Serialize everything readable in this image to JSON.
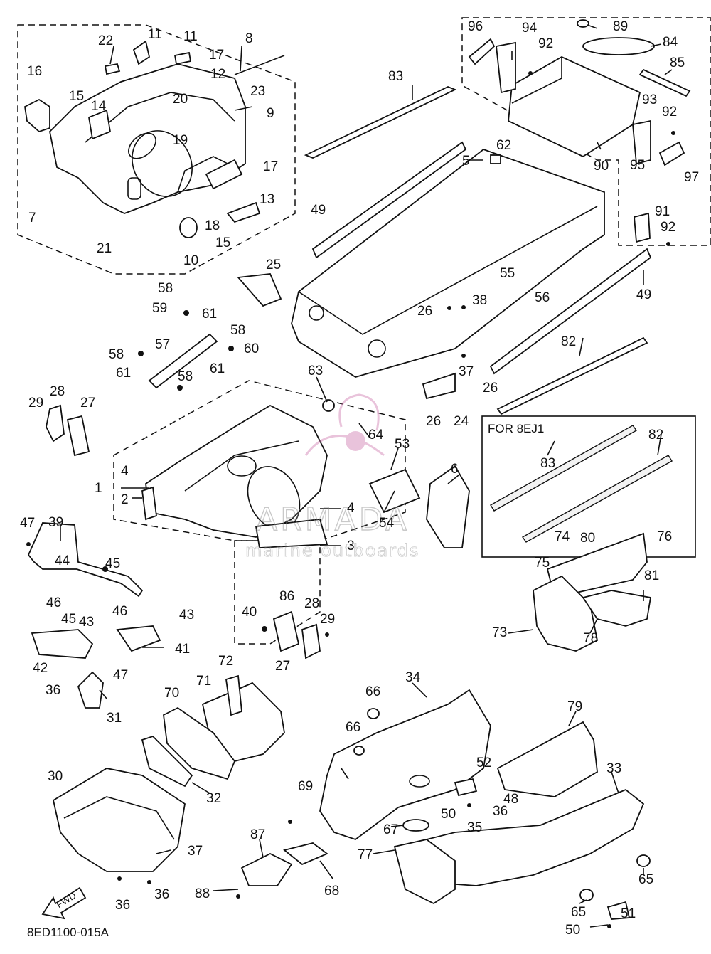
{
  "diagram": {
    "code": "8ED1100-015A",
    "variant_label": "FOR 8EJ1",
    "fwd_label": "FWD",
    "watermark": {
      "brand": "ARMADA",
      "tagline": "marine outboards"
    },
    "callouts": [
      {
        "id": "c1",
        "text": "1"
      },
      {
        "id": "c2",
        "text": "2"
      },
      {
        "id": "c3",
        "text": "3"
      },
      {
        "id": "c4a",
        "text": "4"
      },
      {
        "id": "c4b",
        "text": "4"
      },
      {
        "id": "c5",
        "text": "5"
      },
      {
        "id": "c6",
        "text": "6"
      },
      {
        "id": "c7",
        "text": "7"
      },
      {
        "id": "c8",
        "text": "8"
      },
      {
        "id": "c9",
        "text": "9"
      },
      {
        "id": "c10",
        "text": "10"
      },
      {
        "id": "c11a",
        "text": "11"
      },
      {
        "id": "c11b",
        "text": "11"
      },
      {
        "id": "c12",
        "text": "12"
      },
      {
        "id": "c13",
        "text": "13"
      },
      {
        "id": "c14",
        "text": "14"
      },
      {
        "id": "c15a",
        "text": "15"
      },
      {
        "id": "c15b",
        "text": "15"
      },
      {
        "id": "c16",
        "text": "16"
      },
      {
        "id": "c17a",
        "text": "17"
      },
      {
        "id": "c17b",
        "text": "17"
      },
      {
        "id": "c18",
        "text": "18"
      },
      {
        "id": "c19",
        "text": "19"
      },
      {
        "id": "c20",
        "text": "20"
      },
      {
        "id": "c21",
        "text": "21"
      },
      {
        "id": "c22",
        "text": "22"
      },
      {
        "id": "c23",
        "text": "23"
      },
      {
        "id": "c24",
        "text": "24"
      },
      {
        "id": "c25",
        "text": "25"
      },
      {
        "id": "c26a",
        "text": "26"
      },
      {
        "id": "c26b",
        "text": "26"
      },
      {
        "id": "c26c",
        "text": "26"
      },
      {
        "id": "c27a",
        "text": "27"
      },
      {
        "id": "c27b",
        "text": "27"
      },
      {
        "id": "c28a",
        "text": "28"
      },
      {
        "id": "c28b",
        "text": "28"
      },
      {
        "id": "c29a",
        "text": "29"
      },
      {
        "id": "c29b",
        "text": "29"
      },
      {
        "id": "c30",
        "text": "30"
      },
      {
        "id": "c31",
        "text": "31"
      },
      {
        "id": "c32",
        "text": "32"
      },
      {
        "id": "c33",
        "text": "33"
      },
      {
        "id": "c34",
        "text": "34"
      },
      {
        "id": "c35",
        "text": "35"
      },
      {
        "id": "c36a",
        "text": "36"
      },
      {
        "id": "c36b",
        "text": "36"
      },
      {
        "id": "c36c",
        "text": "36"
      },
      {
        "id": "c36d",
        "text": "36"
      },
      {
        "id": "c37a",
        "text": "37"
      },
      {
        "id": "c37b",
        "text": "37"
      },
      {
        "id": "c38",
        "text": "38"
      },
      {
        "id": "c39",
        "text": "39"
      },
      {
        "id": "c40",
        "text": "40"
      },
      {
        "id": "c41",
        "text": "41"
      },
      {
        "id": "c42",
        "text": "42"
      },
      {
        "id": "c43a",
        "text": "43"
      },
      {
        "id": "c43b",
        "text": "43"
      },
      {
        "id": "c44",
        "text": "44"
      },
      {
        "id": "c45a",
        "text": "45"
      },
      {
        "id": "c45b",
        "text": "45"
      },
      {
        "id": "c46a",
        "text": "46"
      },
      {
        "id": "c46b",
        "text": "46"
      },
      {
        "id": "c47a",
        "text": "47"
      },
      {
        "id": "c47b",
        "text": "47"
      },
      {
        "id": "c48",
        "text": "48"
      },
      {
        "id": "c49a",
        "text": "49"
      },
      {
        "id": "c49b",
        "text": "49"
      },
      {
        "id": "c50a",
        "text": "50"
      },
      {
        "id": "c50b",
        "text": "50"
      },
      {
        "id": "c51",
        "text": "51"
      },
      {
        "id": "c52",
        "text": "52"
      },
      {
        "id": "c53",
        "text": "53"
      },
      {
        "id": "c54",
        "text": "54"
      },
      {
        "id": "c55",
        "text": "55"
      },
      {
        "id": "c56",
        "text": "56"
      },
      {
        "id": "c57",
        "text": "57"
      },
      {
        "id": "c58a",
        "text": "58"
      },
      {
        "id": "c58b",
        "text": "58"
      },
      {
        "id": "c58c",
        "text": "58"
      },
      {
        "id": "c58d",
        "text": "58"
      },
      {
        "id": "c59",
        "text": "59"
      },
      {
        "id": "c60",
        "text": "60"
      },
      {
        "id": "c61a",
        "text": "61"
      },
      {
        "id": "c61b",
        "text": "61"
      },
      {
        "id": "c61c",
        "text": "61"
      },
      {
        "id": "c62",
        "text": "62"
      },
      {
        "id": "c63",
        "text": "63"
      },
      {
        "id": "c64",
        "text": "64"
      },
      {
        "id": "c65a",
        "text": "65"
      },
      {
        "id": "c65b",
        "text": "65"
      },
      {
        "id": "c66a",
        "text": "66"
      },
      {
        "id": "c66b",
        "text": "66"
      },
      {
        "id": "c67",
        "text": "67"
      },
      {
        "id": "c68",
        "text": "68"
      },
      {
        "id": "c69",
        "text": "69"
      },
      {
        "id": "c70",
        "text": "70"
      },
      {
        "id": "c71",
        "text": "71"
      },
      {
        "id": "c72",
        "text": "72"
      },
      {
        "id": "c73",
        "text": "73"
      },
      {
        "id": "c74",
        "text": "74"
      },
      {
        "id": "c75",
        "text": "75"
      },
      {
        "id": "c76",
        "text": "76"
      },
      {
        "id": "c77",
        "text": "77"
      },
      {
        "id": "c78",
        "text": "78"
      },
      {
        "id": "c79",
        "text": "79"
      },
      {
        "id": "c80",
        "text": "80"
      },
      {
        "id": "c81",
        "text": "81"
      },
      {
        "id": "c82a",
        "text": "82"
      },
      {
        "id": "c82b",
        "text": "82"
      },
      {
        "id": "c83a",
        "text": "83"
      },
      {
        "id": "c83b",
        "text": "83"
      },
      {
        "id": "c84",
        "text": "84"
      },
      {
        "id": "c85",
        "text": "85"
      },
      {
        "id": "c86",
        "text": "86"
      },
      {
        "id": "c87",
        "text": "87"
      },
      {
        "id": "c88",
        "text": "88"
      },
      {
        "id": "c89",
        "text": "89"
      },
      {
        "id": "c90",
        "text": "90"
      },
      {
        "id": "c91",
        "text": "91"
      },
      {
        "id": "c92a",
        "text": "92"
      },
      {
        "id": "c92b",
        "text": "92"
      },
      {
        "id": "c92c",
        "text": "92"
      },
      {
        "id": "c93",
        "text": "93"
      },
      {
        "id": "c94",
        "text": "94"
      },
      {
        "id": "c95",
        "text": "95"
      },
      {
        "id": "c96",
        "text": "96"
      },
      {
        "id": "c97",
        "text": "97"
      }
    ]
  }
}
